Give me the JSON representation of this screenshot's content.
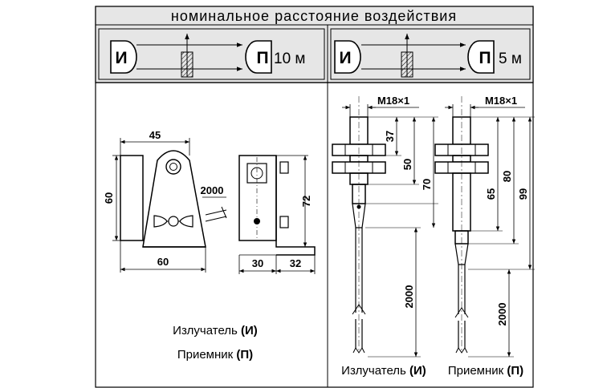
{
  "header": {
    "title": "номинальное расстояние воздействия"
  },
  "ranges": [
    {
      "emitter_letter": "И",
      "receiver_letter": "П",
      "distance": "10 м"
    },
    {
      "emitter_letter": "И",
      "receiver_letter": "П",
      "distance": "5 м"
    }
  ],
  "bracket": {
    "width_top": "45",
    "height_left": "60",
    "width_bottom": "60",
    "cable_length": "2000",
    "side_height": "72",
    "side_width_a": "30",
    "side_width_b": "32"
  },
  "legend": {
    "emitter": {
      "text": "Излучатель ",
      "code": "(И)"
    },
    "receiver": {
      "text": "Приемник ",
      "code": "(П)"
    }
  },
  "emitter_sensor": {
    "thread": "M18×1",
    "dims": [
      "37",
      "50",
      "70"
    ],
    "cable": "2000",
    "caption": {
      "text": "Излучатель ",
      "code": "(И)"
    }
  },
  "receiver_sensor": {
    "thread": "M18×1",
    "dims": [
      "65",
      "80",
      "99"
    ],
    "cable": "2000",
    "caption": {
      "text": "Приемник ",
      "code": "(П)"
    }
  }
}
